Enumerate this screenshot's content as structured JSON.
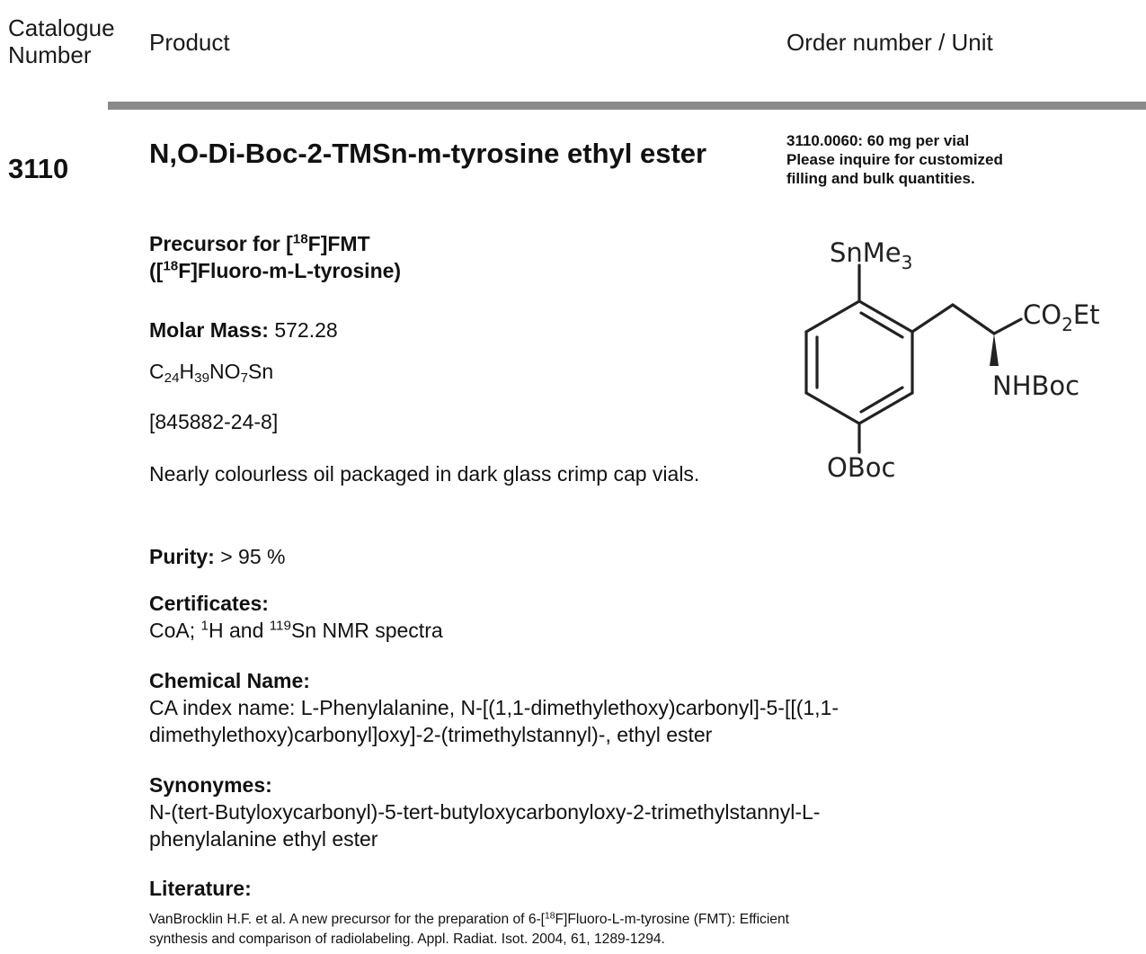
{
  "header": {
    "catalogue_line1": "Catalogue",
    "catalogue_line2": "Number",
    "product": "Product",
    "order_unit": "Order number / Unit"
  },
  "product": {
    "catalogue_number": "3110",
    "title": "N,O-Di-Boc-2-TMSn-m-tyrosine ethyl ester",
    "subtitle": {
      "line1_pre": "Precursor for [",
      "line1_sup": "18",
      "line1_post": "F]FMT",
      "line2_pre": "([",
      "line2_sup": "18",
      "line2_post": "F]Fluoro-m-L-tyrosine)"
    },
    "molar_mass_label": "Molar Mass:",
    "molar_mass_value": "572.28",
    "formula": {
      "c": "C",
      "c_n": "24",
      "h": "H",
      "h_n": "39",
      "n_o": "NO",
      "o_n": "7",
      "sn": "Sn"
    },
    "cas": "[845882-24-8]",
    "description": "Nearly colourless oil packaged in dark glass crimp cap vials.",
    "purity_label": "Purity:",
    "purity_value": "> 95 %",
    "certificates_label": "Certificates:",
    "certificates": {
      "pre": "CoA; ",
      "sup1": "1",
      "mid": "H and ",
      "sup2": "119",
      "post": "Sn NMR spectra"
    },
    "chemical_name_label": "Chemical Name:",
    "chemical_name_line1": "CA index name: L-Phenylalanine, N-[(1,1-dimethylethoxy)carbonyl]-5-[[(1,1-",
    "chemical_name_line2": "dimethylethoxy)carbonyl]oxy]-2-(trimethylstannyl)-, ethyl ester",
    "synonymes_label": "Synonymes:",
    "synonymes_line1": "N-(tert-Butyloxycarbonyl)-5-tert-butyloxycarbonyloxy-2-trimethylstannyl-L-",
    "synonymes_line2": "phenylalanine ethyl ester",
    "literature_label": "Literature:",
    "literature": {
      "pre": "VanBrocklin H.F. et al. A new precursor for the preparation of 6-[",
      "sup": "18",
      "post1": "F]Fluoro-L-m-tyrosine (FMT): Efficient",
      "line2": "synthesis and comparison of radiolabeling. Appl. Radiat. Isot. 2004, 61, 1289-1294."
    }
  },
  "order": {
    "line1": "3110.0060: 60 mg per vial",
    "line2": "Please inquire for customized",
    "line3": "filling and bulk quantities."
  },
  "structure": {
    "sn_pre": "SnMe",
    "sn_sub": "3",
    "co_pre": "CO",
    "co_sub": "2",
    "co_post": "Et",
    "nh": "NHBoc",
    "oboc": "OBoc"
  }
}
